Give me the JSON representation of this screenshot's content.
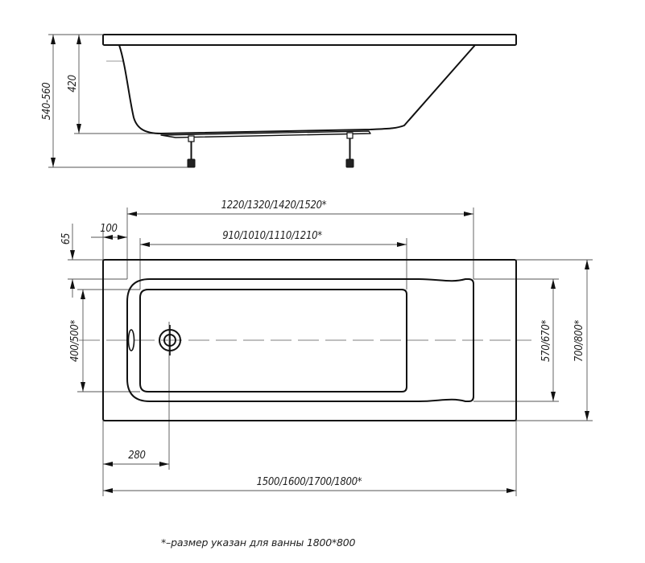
{
  "side_view": {
    "overall_height_label": "540-560",
    "bowl_depth_label": "420"
  },
  "plan_view": {
    "inner_length_label": "1220/1320/1420/1520*",
    "basin_length_label": "910/1010/1110/1210*",
    "rim_offset_label": "100",
    "side_rim_label": "65",
    "basin_width_label": "400/500*",
    "inner_width_label": "570/670*",
    "overall_width_label": "700/800*",
    "drain_offset_label": "280",
    "overall_length_label": "1500/1600/1700/1800*"
  },
  "footnote": "*–размер указан для ванны 1800*800",
  "colors": {
    "line": "#111111",
    "dimension_line": "#555555",
    "axis_line": "#aaaaaa",
    "background": "#ffffff"
  }
}
